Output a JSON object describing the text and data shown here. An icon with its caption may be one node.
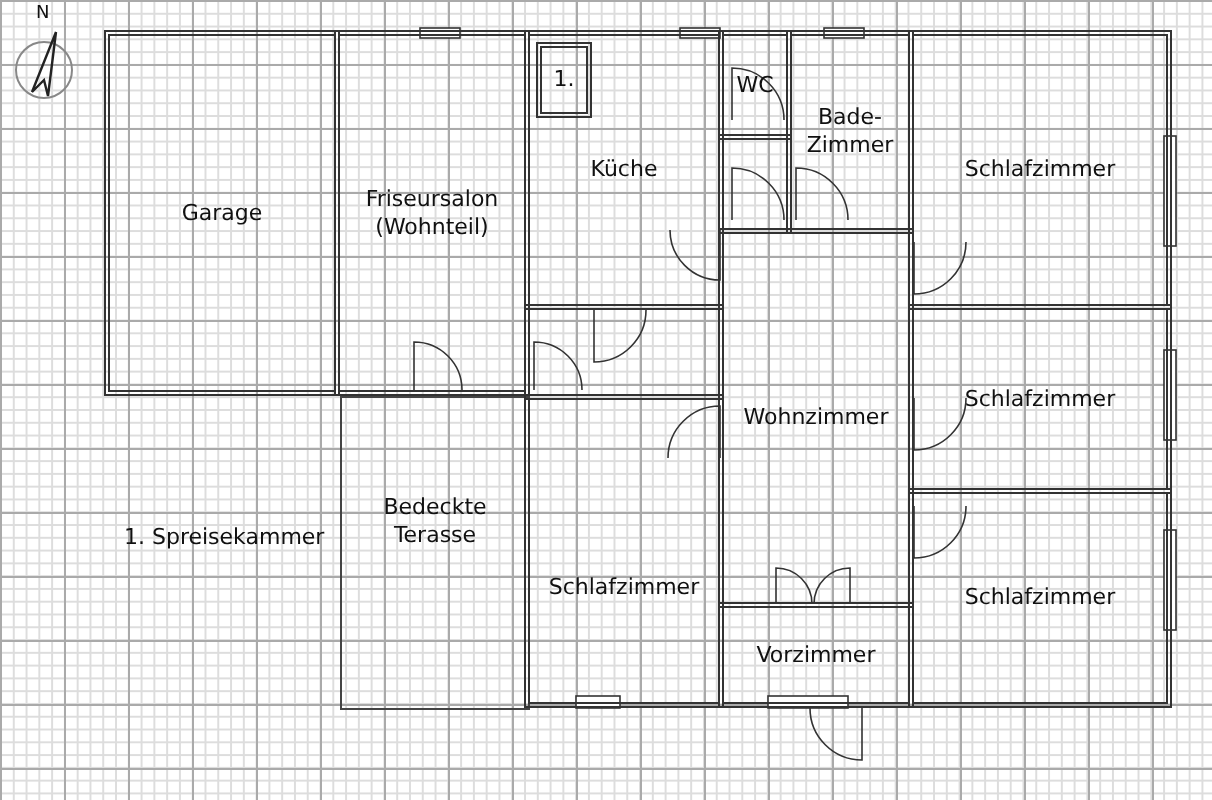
{
  "diagram": {
    "nodes": [
      {
        "text": [
          "Garage"
        ]
      },
      {
        "text": [
          "Friseursalon (Wohnteil)"
        ]
      },
      {
        "text": [
          "Küche"
        ]
      },
      {
        "text": [
          "1."
        ],
        "in": 2
      },
      {
        "text": [
          "WC"
        ]
      },
      {
        "text": [
          "Bade-Zimmer"
        ]
      },
      {
        "text": [
          "Schlafzimmer"
        ]
      },
      {
        "text": [],
        "shape": "box"
      },
      {
        "text": [],
        "shape": "box"
      },
      {
        "text": [
          "Wohnzimmer"
        ]
      },
      {
        "text": [
          "Schlafzimmer"
        ]
      },
      {
        "text": [
          "Bedeckte Terasse"
        ]
      },
      {
        "text": [
          "Schlafzimmer"
        ]
      },
      {
        "text": [
          "Schlafzimmer"
        ]
      },
      {
        "text": [
          "Vorzimmer"
        ]
      }
    ],
    "edges": [],
    "labels": [
      "N",
      "1. Spreisekammer"
    ]
  }
}
